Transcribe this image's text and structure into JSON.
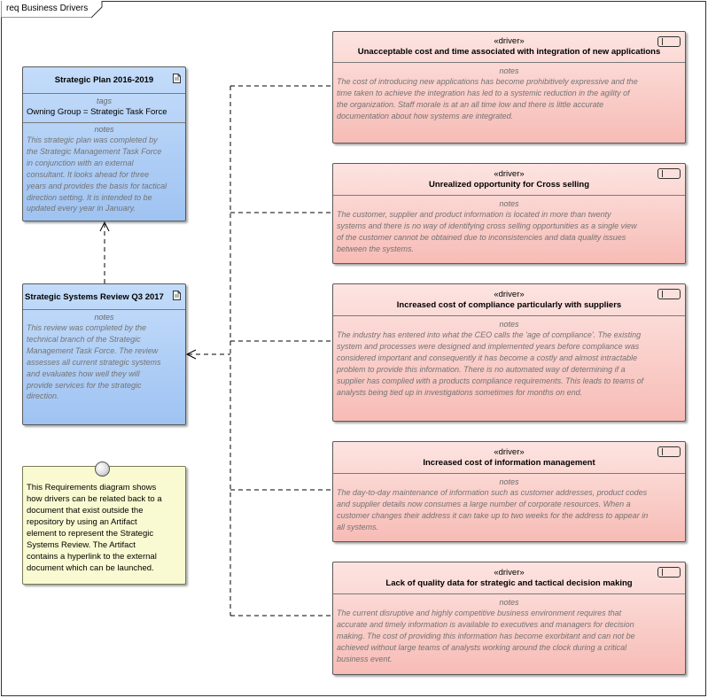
{
  "diagram": {
    "frame_title": "req Business Drivers"
  },
  "strategic_plan": {
    "title": "Strategic Plan 2016-2019",
    "tags_label": "tags",
    "tag_value": "Owning Group = Strategic Task Force",
    "notes_label": "notes",
    "notes": "This strategic plan was completed by\nthe Strategic Management Task Force\nin conjunction with an external\nconsultant. It looks ahead for three\nyears and provides the basis for tactical\ndirection setting. It is intended to be\nupdated every year in January."
  },
  "systems_review": {
    "title": "Strategic Systems Review Q3 2017",
    "notes_label": "notes",
    "notes": "This review was completed by the\ntechnical branch of the Strategic\nManagement Task Force. The review\nassesses all current strategic systems\nand evaluates how well they will\nprovide services for the strategic\ndirection."
  },
  "note": {
    "text": "This Requirements diagram shows\nhow drivers can be related back to a\ndocument that exist outside the\nrepository by using an Artifact\nelement to represent the Strategic\nSystems Review. The Artifact\ncontains a hyperlink to the external\ndocument which can be launched."
  },
  "drivers": [
    {
      "stereotype": "«driver»",
      "title": "Unacceptable cost and time associated with integration of new applications",
      "notes_label": "notes",
      "notes": "The cost of introducing new applications has become prohibitively expressive and the\ntime taken to achieve the integration has led to a systemic reduction in the agility of\nthe organization. Staff morale is at an all time low and there is little accurate\ndocumentation about how systems are integrated."
    },
    {
      "stereotype": "«driver»",
      "title": "Unrealized opportunity for Cross selling",
      "notes_label": "notes",
      "notes": "The customer, supplier and product information is located in more than twenty\nsystems and there is no way of identifying cross selling opportunities as a single view\nof the customer cannot be obtained due to inconsistencies and data quality issues\nbetween the systems."
    },
    {
      "stereotype": "«driver»",
      "title": "Increased cost of compliance particularly with suppliers",
      "notes_label": "notes",
      "notes": "The industry has entered into what the CEO calls the 'age of compliance'. The existing\nsystem and processes were designed and implemented years before compliance was\nconsidered important and consequently it has become a costly and almost intractable\nproblem to provide this information. There is no automated way of determining if a\nsupplier has complied with a products compliance requirements. This leads to teams of\nanalysts being tied up in investigations sometimes for months on end."
    },
    {
      "stereotype": "«driver»",
      "title": "Increased cost of information management",
      "notes_label": "notes",
      "notes": "The day-to-day maintenance of information such as customer addresses, product codes\nand supplier details now consumes a large number of corporate resources. When a\ncustomer changes their address it can take up to two weeks for the address to appear in\nall systems."
    },
    {
      "stereotype": "«driver»",
      "title": "Lack of quality data for strategic and tactical decision making",
      "notes_label": "notes",
      "notes": "The current disruptive and highly competitive business environment requires that\naccurate and timely information is available to executives and managers for decision\nmaking. The cost of providing this information has become exorbitant and can not be\nachieved without large teams of analysts working around the clock during a critical\nbusiness event."
    }
  ]
}
